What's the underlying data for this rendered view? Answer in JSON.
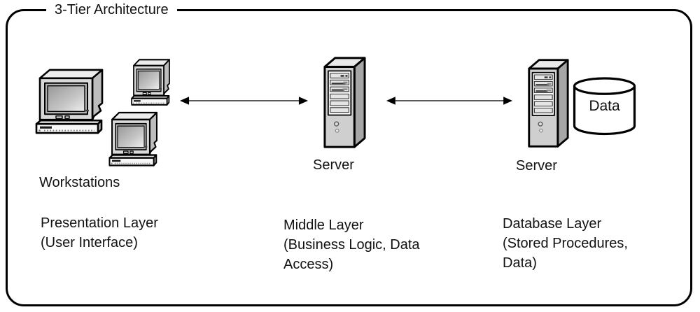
{
  "frame": {
    "title": "3-Tier Architecture"
  },
  "nodes": {
    "workstations": {
      "label": "Workstations"
    },
    "middle_server": {
      "label": "Server"
    },
    "database_server": {
      "label": "Server"
    },
    "data_store": {
      "label": "Data"
    }
  },
  "layers": [
    {
      "name": "presentation",
      "lines": [
        "Presentation Layer",
        "(User Interface)",
        ""
      ]
    },
    {
      "name": "middle",
      "lines": [
        "Middle Layer",
        "(Business Logic, Data",
        "Access)"
      ]
    },
    {
      "name": "database",
      "lines": [
        "Database Layer",
        "(Stored Procedures,",
        "Data)"
      ]
    }
  ],
  "icons": {
    "workstation": "workstation-icon",
    "server": "server-tower-icon",
    "data_store": "database-cylinder-icon",
    "link": "bidirectional-arrow-icon"
  },
  "colors": {
    "background": "#ffffff",
    "outline": "#000000",
    "text": "#111111",
    "icon_light": "#ececec",
    "icon_mid": "#cfcfcf",
    "icon_dark": "#a6a6a6"
  }
}
